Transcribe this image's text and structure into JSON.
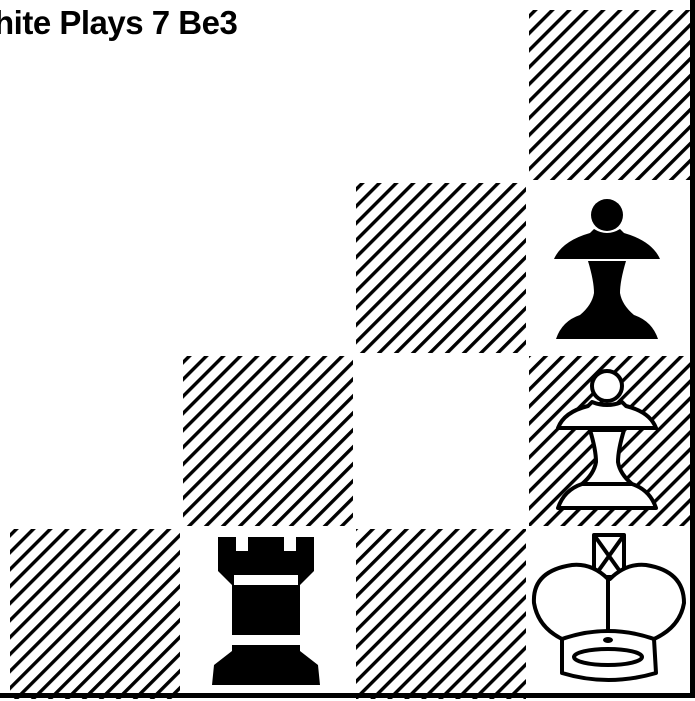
{
  "title": "hite Plays 7 Be3",
  "board": {
    "light_color": "#ffffff",
    "dark_pattern": "diagonal-hatch",
    "ink_color": "#000000",
    "squares": [
      {
        "file": 4,
        "rank": 4,
        "shade": "dark"
      },
      {
        "file": 3,
        "rank": 3,
        "shade": "dark"
      },
      {
        "file": 4,
        "rank": 3,
        "shade": "light"
      },
      {
        "file": 2,
        "rank": 2,
        "shade": "dark"
      },
      {
        "file": 3,
        "rank": 2,
        "shade": "light"
      },
      {
        "file": 4,
        "rank": 2,
        "shade": "dark"
      },
      {
        "file": 1,
        "rank": 1,
        "shade": "dark"
      },
      {
        "file": 2,
        "rank": 1,
        "shade": "light"
      },
      {
        "file": 3,
        "rank": 1,
        "shade": "dark"
      },
      {
        "file": 4,
        "rank": 1,
        "shade": "light"
      }
    ],
    "pieces": [
      {
        "piece": "pawn",
        "color": "black",
        "file": 4,
        "rank": 3,
        "icon": "black-pawn-icon"
      },
      {
        "piece": "pawn",
        "color": "white",
        "file": 4,
        "rank": 2,
        "icon": "white-pawn-icon"
      },
      {
        "piece": "rook",
        "color": "black",
        "file": 2,
        "rank": 1,
        "icon": "black-rook-icon"
      },
      {
        "piece": "king",
        "color": "white",
        "file": 4,
        "rank": 1,
        "icon": "white-king-icon"
      }
    ]
  }
}
